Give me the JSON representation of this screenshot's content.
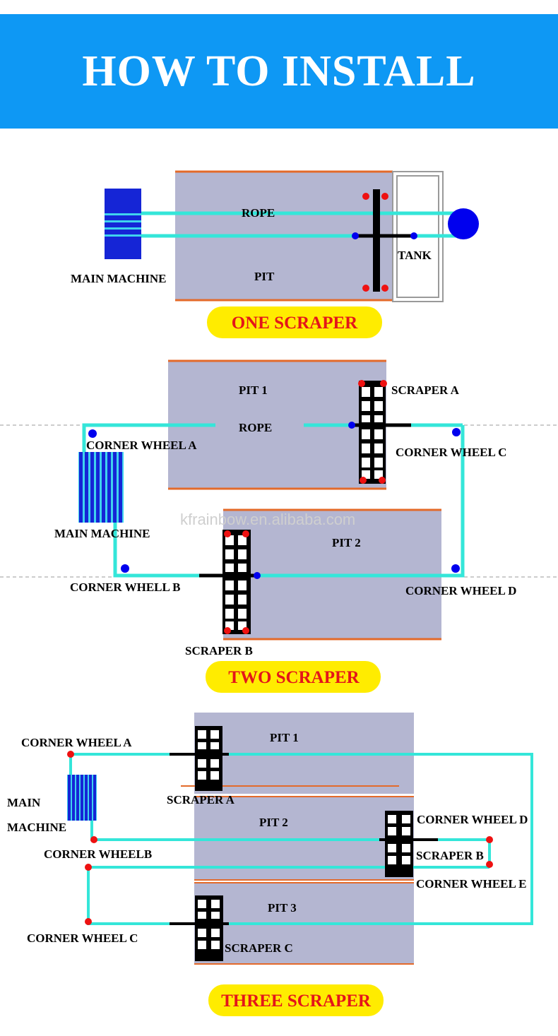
{
  "header": {
    "title": "HOW TO INSTALL"
  },
  "colors": {
    "banner": "#0e98f4",
    "pit": "#b4b6d1",
    "rope": "#34e6d9",
    "machine": "#1525d6",
    "caption_bg": "#ffec00",
    "caption_text": "#e4151a",
    "pit_edge": "#e36a2a"
  },
  "one_scraper": {
    "caption": "ONE SCRAPER",
    "labels": {
      "rope": "ROPE",
      "tank": "TANK",
      "main_machine": "MAIN MACHINE",
      "pit": "PIT"
    }
  },
  "two_scraper": {
    "caption": "TWO SCRAPER",
    "labels": {
      "pit1": "PIT 1",
      "pit2": "PIT 2",
      "rope": "ROPE",
      "scraper_a": "SCRAPER A",
      "scraper_b": "SCRAPER B",
      "corner_wheel_a": "CORNER WHEEL A",
      "corner_wheel_b": "CORNER WHELL B",
      "corner_wheel_c": "CORNER WHEEL C",
      "corner_wheel_d": "CORNER WHEEL D",
      "main_machine": "MAIN MACHINE"
    }
  },
  "three_scraper": {
    "caption": "THREE SCRAPER",
    "labels": {
      "pit1": "PIT 1",
      "pit2": "PIT 2",
      "pit3": "PIT 3",
      "scraper_a": "SCRAPER A",
      "scraper_b": "SCRAPER B",
      "scraper_c": "SCRAPER C",
      "corner_wheel_a": "CORNER WHEEL A",
      "corner_wheel_b": "CORNER WHEELB",
      "corner_wheel_c": "CORNER WHEEL C",
      "corner_wheel_d": "CORNER WHEEL D",
      "corner_wheel_e": "CORNER WHEEL E",
      "main_line1": "MAIN",
      "main_line2": "MACHINE"
    }
  },
  "watermark": "kfrainbow.en.alibaba.com"
}
